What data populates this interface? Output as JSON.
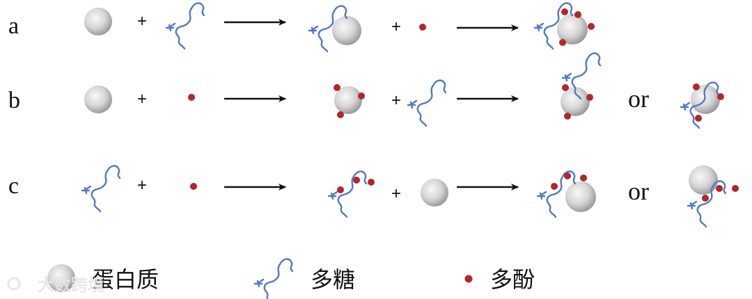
{
  "rows": [
    {
      "label": "a"
    },
    {
      "label": "b",
      "or_label": "or"
    },
    {
      "label": "c",
      "or_label": "or"
    }
  ],
  "plus": "+",
  "legend": {
    "protein": "蛋白质",
    "polysaccharide": "多糖",
    "polyphenol": "多酚"
  },
  "watermark": "大数跨境",
  "colors": {
    "polyphenol": "#b3262b",
    "polysaccharide": "#4f78c8",
    "protein_light": "#f7f7f7",
    "protein_dark": "#9a9a9a"
  }
}
